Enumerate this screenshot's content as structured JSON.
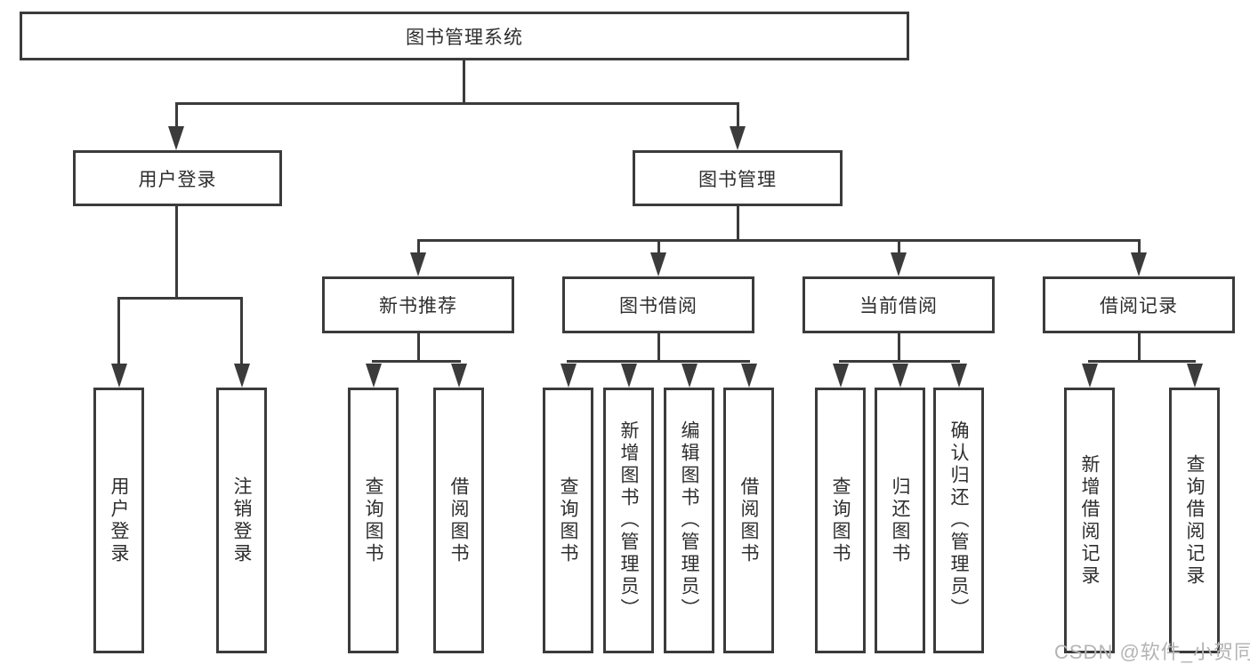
{
  "diagram": {
    "root": {
      "label": "图书管理系统"
    },
    "level2": [
      {
        "label": "用户登录"
      },
      {
        "label": "图书管理"
      }
    ],
    "level3": [
      {
        "label": "新书推荐"
      },
      {
        "label": "图书借阅"
      },
      {
        "label": "当前借阅"
      },
      {
        "label": "借阅记录"
      }
    ],
    "leaves": {
      "user_login": [
        "用户登录",
        "注销登录"
      ],
      "new_book": [
        "查询图书",
        "借阅图书"
      ],
      "book_borrow": [
        "查询图书",
        "新增图书（管理员）",
        "编辑图书（管理员）",
        "借阅图书"
      ],
      "current_borrow": [
        "查询图书",
        "归还图书",
        "确认归还（管理员）"
      ],
      "borrow_record": [
        "新增借阅记录",
        "查询借阅记录"
      ]
    }
  },
  "watermark": {
    "text": "CSDN @软件_小贺同学",
    "color": "#b4b4b4"
  },
  "colors": {
    "line": "#3b3b3b",
    "text": "#2e2e2e",
    "background": "#ffffff"
  }
}
